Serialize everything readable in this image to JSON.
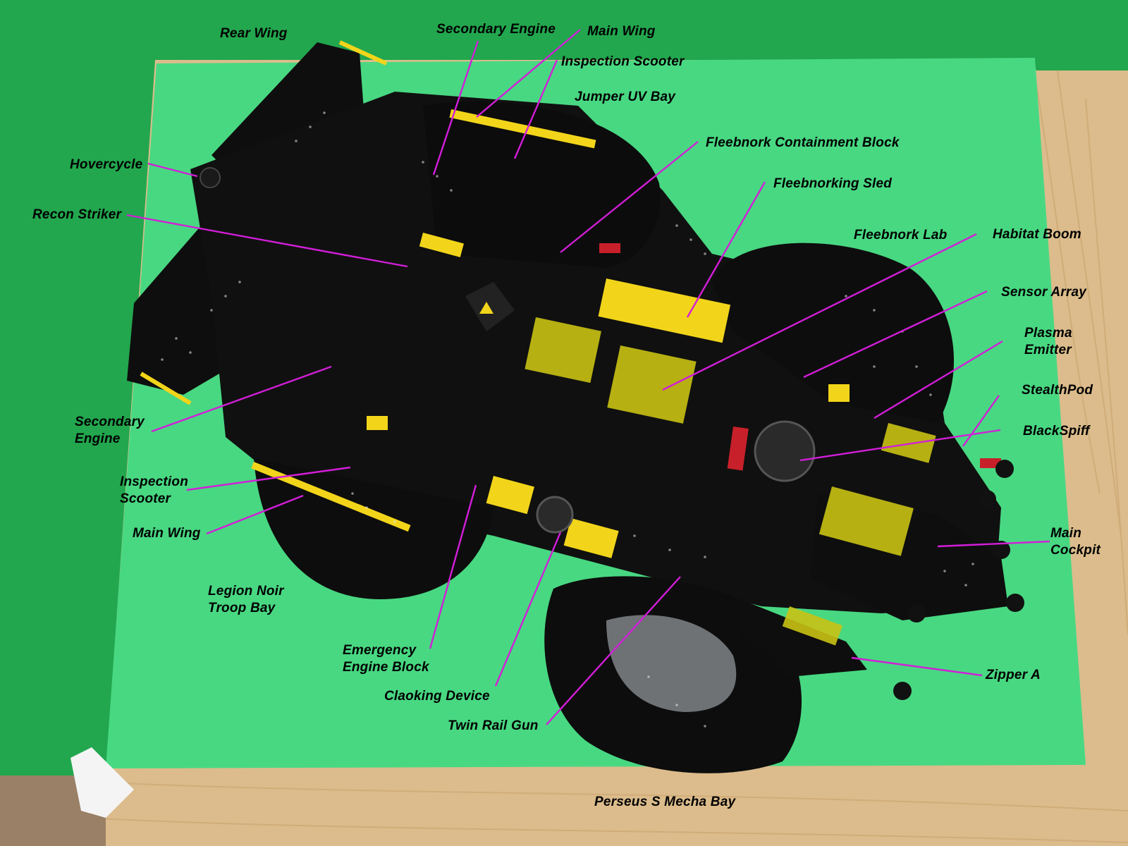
{
  "colors": {
    "backdrop_green": "#22a74e",
    "board_green": "#48d882",
    "table_wood": "#d9b98a",
    "hull_black": "#0c0c0c",
    "accent_yellow": "#f2d51a",
    "leader_line": "#d21ed8",
    "label_text": "#000000"
  },
  "labels": [
    {
      "name": "rear-wing",
      "text": "Rear Wing"
    },
    {
      "name": "secondary-engine-top",
      "text": "Secondary Engine"
    },
    {
      "name": "main-wing-top",
      "text": "Main Wing"
    },
    {
      "name": "inspection-scooter-top",
      "text": "Inspection Scooter"
    },
    {
      "name": "jumper-uv-bay",
      "text": "Jumper UV Bay"
    },
    {
      "name": "fleebnork-containment-block",
      "text": "Fleebnork Containment Block"
    },
    {
      "name": "fleebnorking-sled",
      "text": "Fleebnorking Sled"
    },
    {
      "name": "fleebnork-lab",
      "text": "Fleebnork Lab"
    },
    {
      "name": "habitat-boom",
      "text": "Habitat Boom"
    },
    {
      "name": "sensor-array",
      "text": "Sensor Array"
    },
    {
      "name": "plasma-emitter",
      "text": "Plasma\nEmitter"
    },
    {
      "name": "stealthpod",
      "text": "StealthPod"
    },
    {
      "name": "blackspiff",
      "text": "BlackSpiff"
    },
    {
      "name": "hovercycle",
      "text": "Hovercycle"
    },
    {
      "name": "recon-striker",
      "text": "Recon Striker"
    },
    {
      "name": "secondary-engine-left",
      "text": "Secondary\nEngine"
    },
    {
      "name": "inspection-scooter-left",
      "text": "Inspection\nScooter"
    },
    {
      "name": "main-wing-left",
      "text": "Main Wing"
    },
    {
      "name": "legion-noir-troop-bay",
      "text": "Legion Noir\nTroop Bay"
    },
    {
      "name": "emergency-engine-block",
      "text": "Emergency\nEngine Block"
    },
    {
      "name": "claoking-device",
      "text": "Claoking Device"
    },
    {
      "name": "twin-rail-gun",
      "text": "Twin Rail Gun"
    },
    {
      "name": "perseus-s-mecha-bay",
      "text": "Perseus S Mecha Bay"
    },
    {
      "name": "main-cockpit",
      "text": "Main\nCockpit"
    },
    {
      "name": "zipper-a",
      "text": "Zipper A"
    }
  ]
}
